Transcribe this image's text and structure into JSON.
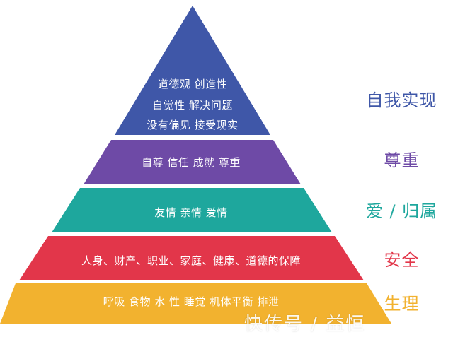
{
  "colors": {
    "tier1": "#3F57A8",
    "tier2": "#6E4AA6",
    "tier3": "#1EA79D",
    "tier4": "#E2364A",
    "tier5": "#F2B22F"
  },
  "tiers": [
    {
      "name": "自我实现",
      "lines": [
        "道德观 创造性",
        "自觉性 解决问题",
        "没有偏见 接受现实"
      ]
    },
    {
      "name": "尊重",
      "lines": [
        "自尊 信任 成就 尊重"
      ]
    },
    {
      "name": "爱 / 归属",
      "lines": [
        "友情 亲情 爱情"
      ]
    },
    {
      "name": "安全",
      "lines": [
        "人身、财产、职业、家庭、健康、道德的保障"
      ]
    },
    {
      "name": "生理",
      "lines": [
        "呼吸 食物 水 性 睡觉 机体平衡 排泄"
      ]
    }
  ],
  "watermark": "快传号 / 益恒"
}
